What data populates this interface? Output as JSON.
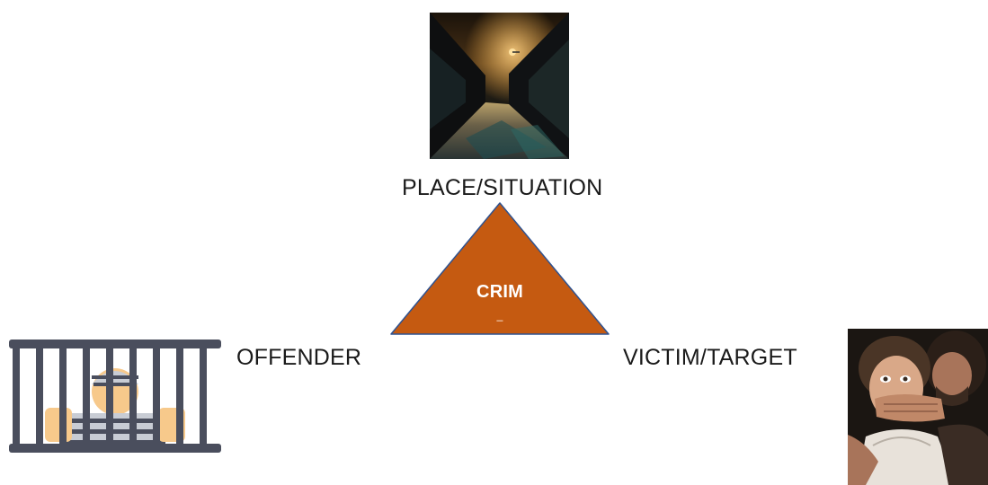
{
  "diagram": {
    "nodes": {
      "place": {
        "label": "PLACE/SITUATION",
        "icon": "dark-alley-photo-icon"
      },
      "offender": {
        "label": "OFFENDER",
        "icon": "prisoner-behind-bars-icon"
      },
      "victim": {
        "label": "VICTIM/TARGET",
        "icon": "victim-photo-icon"
      }
    },
    "center": {
      "label": "CRIM",
      "sublabel": "_",
      "shape": "triangle-icon"
    }
  },
  "colors": {
    "triangle_fill": "#C55A11",
    "triangle_stroke": "#2F528F",
    "text": "#1a1a1a",
    "cage_bars": "#4a4e5d",
    "skin": "#f7c98b"
  }
}
